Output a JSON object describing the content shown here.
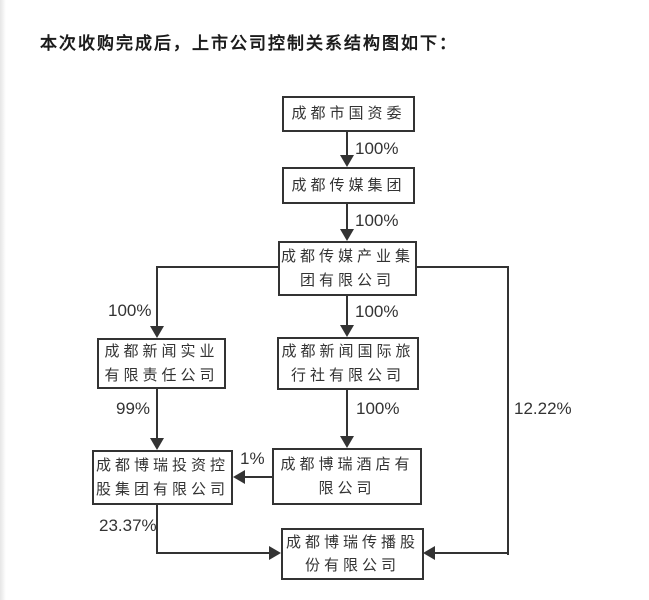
{
  "title": "本次收购完成后，上市公司控制关系结构图如下：",
  "colors": {
    "line": "#333333",
    "text": "#333333",
    "title": "#1c1c1c",
    "background": "#ffffff"
  },
  "nodes": {
    "sasac": "成都市国资委",
    "media_group": "成都传媒集团",
    "media_industry_group": "成都传媒产业集\n团有限公司",
    "xinwen_shiye": "成都新闻实业\n有限责任公司",
    "intl_travel": "成都新闻国际旅\n行社有限公司",
    "borui_invest": "成都博瑞投资控\n股集团有限公司",
    "borui_hotel": "成都博瑞酒店有\n限公司",
    "borui_media": "成都博瑞传播股\n份有限公司"
  },
  "edges": {
    "sasac_to_media_group": "100%",
    "media_group_to_media_industry_group": "100%",
    "media_industry_group_to_xinwen_shiye": "100%",
    "media_industry_group_to_intl_travel": "100%",
    "intl_travel_to_borui_hotel": "100%",
    "xinwen_shiye_to_borui_invest": "99%",
    "borui_hotel_to_borui_invest": "1%",
    "borui_invest_to_borui_media": "23.37%",
    "media_industry_group_to_borui_media": "12.22%"
  }
}
